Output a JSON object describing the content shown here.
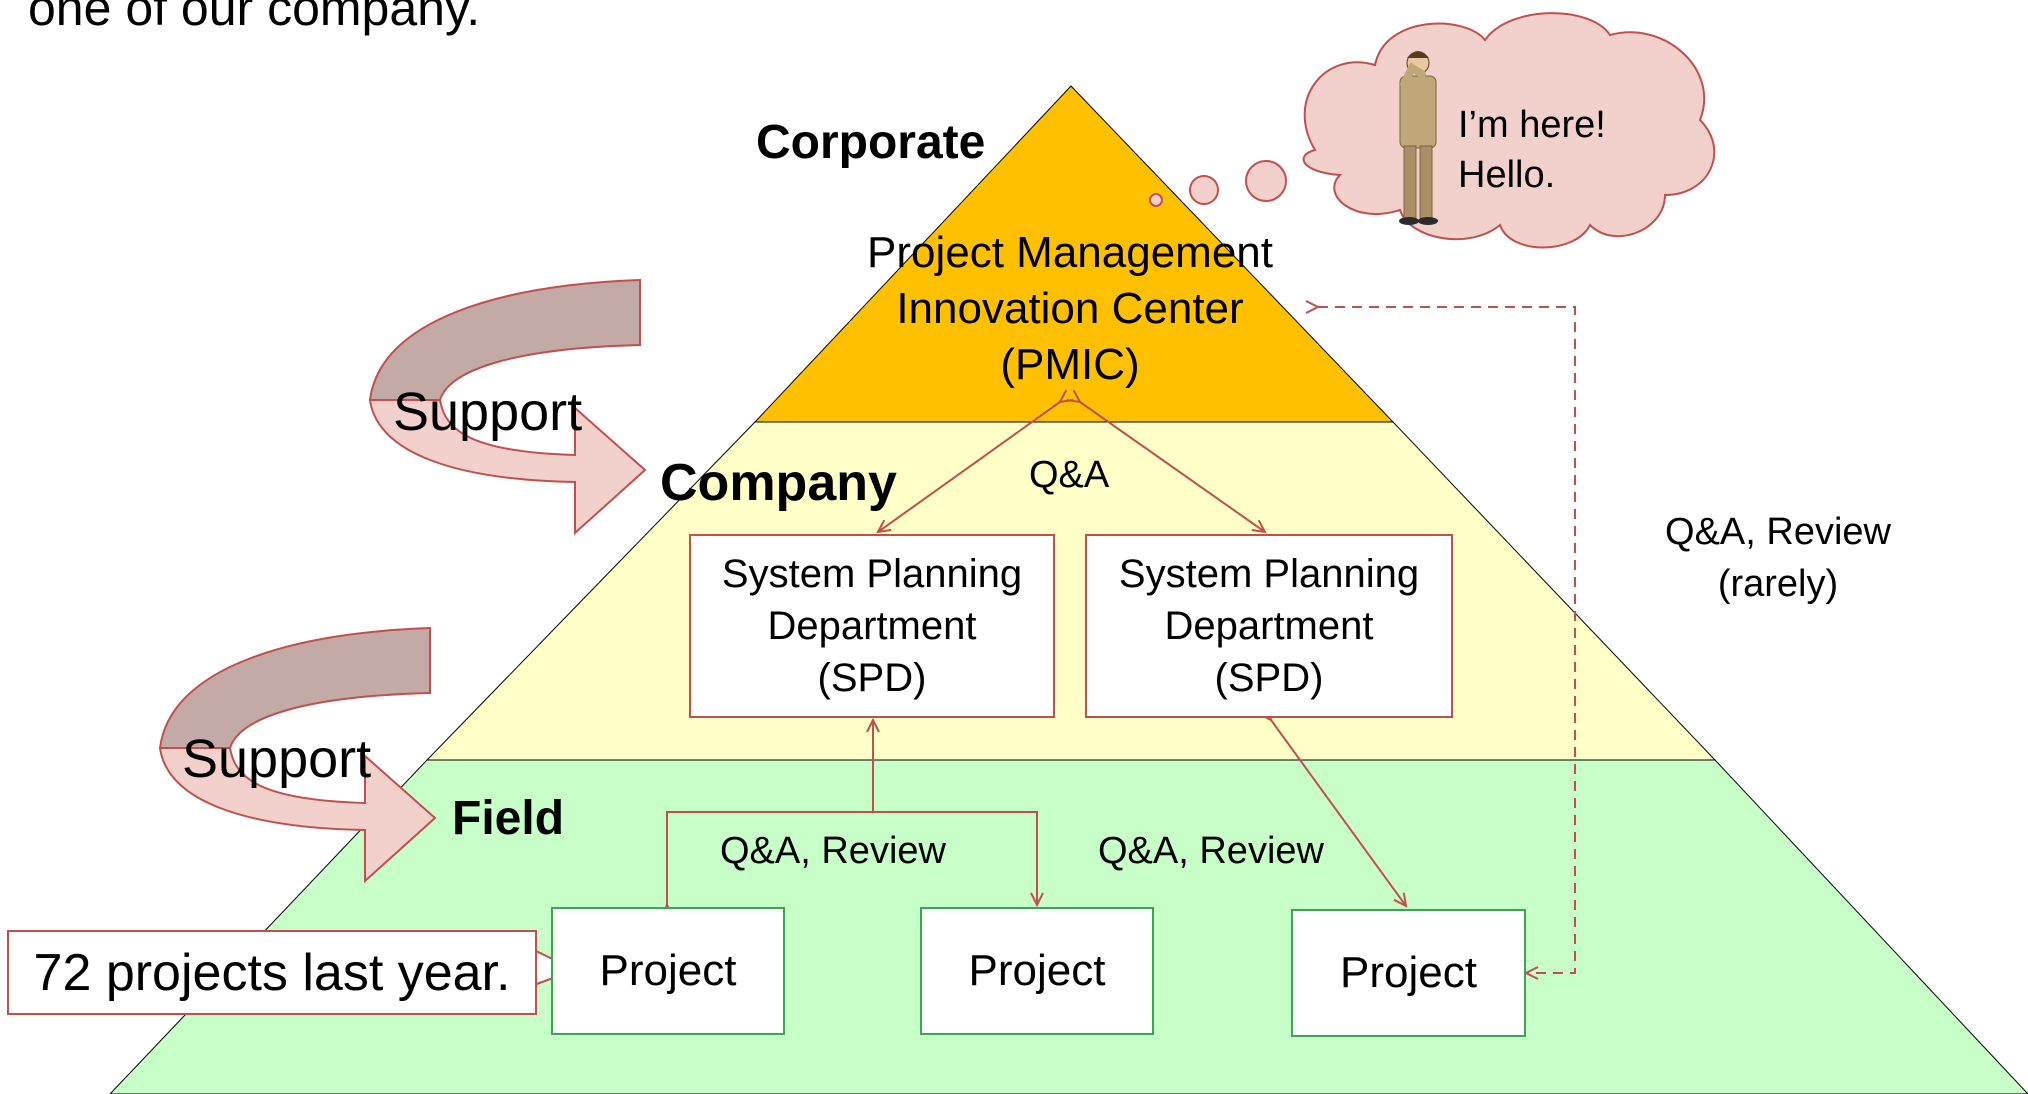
{
  "intro_text": "one of our company.",
  "levels": {
    "corporate": "Corporate",
    "company": "Company",
    "field": "Field"
  },
  "pmic": {
    "line1": "Project Management",
    "line2": "Innovation Center",
    "line3": "(PMIC)"
  },
  "spd_left": {
    "line1": "System Planning",
    "line2": "Department",
    "line3": "(SPD)"
  },
  "spd_right": {
    "line1": "System Planning",
    "line2": "Department",
    "line3": "(SPD)"
  },
  "projects": [
    "Project",
    "Project",
    "Project"
  ],
  "qa_labels": {
    "pmic_spd": "Q&A",
    "spd_left_projects": "Q&A, Review",
    "spd_right_project": "Q&A, Review",
    "pmic_project_line1": "Q&A, Review",
    "pmic_project_line2": "(rarely)"
  },
  "support_labels": [
    "Support",
    "Support"
  ],
  "thought": {
    "line1": "I’m here!",
    "line2": "Hello."
  },
  "callout": "72 projects last year.",
  "colors": {
    "corporate_fill": "#ffc000",
    "company_fill": "#ffffc8",
    "field_fill": "#c8ffc8",
    "arrow_red": "#c0504d",
    "support_fill": "#f2d0cc",
    "support_shadow": "#c4aaa6",
    "project_border": "#3aa655"
  }
}
